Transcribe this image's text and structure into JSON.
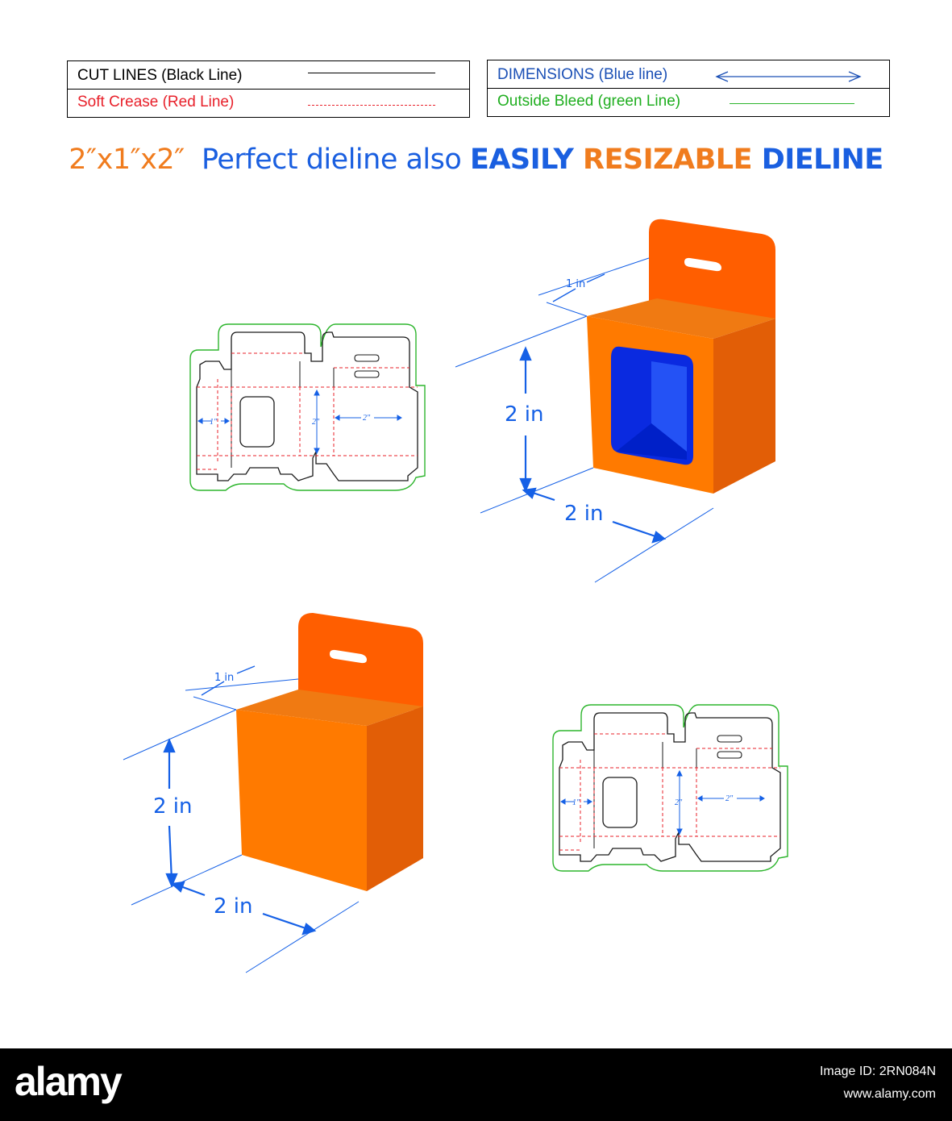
{
  "legend": {
    "cut_label": "CUT LINES (Black Line)",
    "crease_label": "Soft Crease (Red Line)",
    "dimensions_label": "DIMENSIONS (Blue line)",
    "bleed_label": "Outside Bleed (green Line)"
  },
  "headline": {
    "part1": "2″x1″x2″",
    "part2": "  Perfect dieline also ",
    "part3": "EASILY ",
    "part4": "RESIZABLE ",
    "part5": "DIELINE"
  },
  "dieline_labels": {
    "side_width": "1″",
    "height": "2″",
    "front_width": "2″"
  },
  "box_dimensions": {
    "depth": "1 in",
    "height": "2 in",
    "width": "2 in"
  },
  "footer": {
    "brand": "alamy",
    "image_id": "Image ID: 2RN084N",
    "url": "www.alamy.com"
  },
  "colors": {
    "cut": "#1a1a1a",
    "crease": "#e8202a",
    "dimension": "#1560e6",
    "bleed": "#2db52d",
    "box_front": "#ff7a00",
    "box_top": "#f07a12",
    "box_side": "#e25e06",
    "hang_tab": "#ff5e00",
    "window": "#1140f0",
    "headline_orange": "#f07c1e",
    "headline_blue": "#1a5fe0"
  },
  "icons": [
    "hang-hole-icon",
    "dimension-arrow-icon"
  ]
}
